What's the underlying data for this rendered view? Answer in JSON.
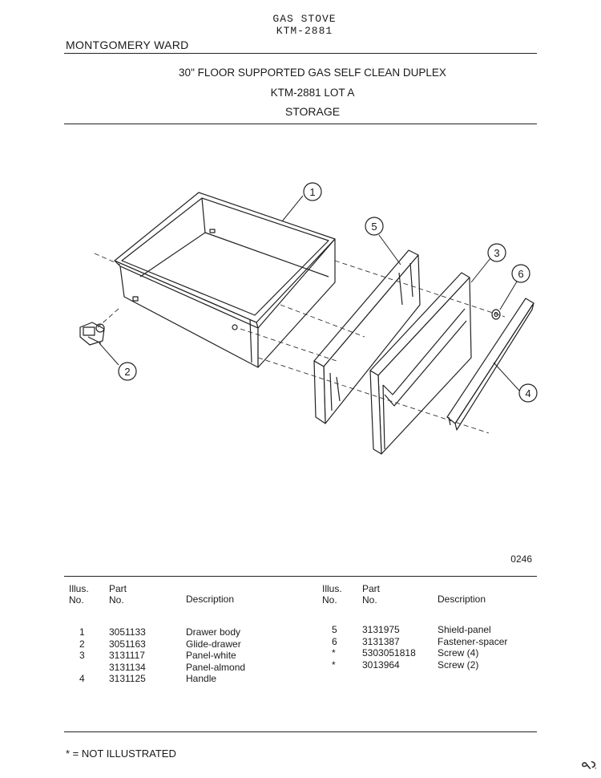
{
  "header": {
    "product_type": "GAS STOVE",
    "model": "KTM-2881",
    "brand": "MONTGOMERY WARD",
    "title": "30\" FLOOR SUPPORTED GAS SELF CLEAN DUPLEX",
    "lot": "KTM-2881 LOT A",
    "section": "STORAGE"
  },
  "diagram": {
    "callouts": [
      "1",
      "2",
      "3",
      "4",
      "5",
      "6"
    ],
    "code": "0246"
  },
  "parts_table": {
    "headers": {
      "illus_line1": "Illus.",
      "illus_line2": "No.",
      "part_line1": "Part",
      "part_line2": "No.",
      "description": "Description"
    },
    "left": [
      {
        "illus": "1",
        "part": "3051133",
        "description": "Drawer body"
      },
      {
        "illus": "2",
        "part": "3051163",
        "description": "Glide-drawer"
      },
      {
        "illus": "3",
        "part": "3131117",
        "description": "Panel-white"
      },
      {
        "illus": "",
        "part": "3131134",
        "description": "Panel-almond"
      },
      {
        "illus": "4",
        "part": "3131125",
        "description": "Handle"
      }
    ],
    "right": [
      {
        "illus": "5",
        "part": "3131975",
        "description": "Shield-panel"
      },
      {
        "illus": "6",
        "part": "3131387",
        "description": "Fastener-spacer"
      },
      {
        "illus": "*",
        "part": "5303051818",
        "description": "Screw (4)"
      },
      {
        "illus": "*",
        "part": "3013964",
        "description": "Screw (2)"
      }
    ]
  },
  "footnote": "* = NOT ILLUSTRATED",
  "handwritten_mark": "ڊ٩"
}
